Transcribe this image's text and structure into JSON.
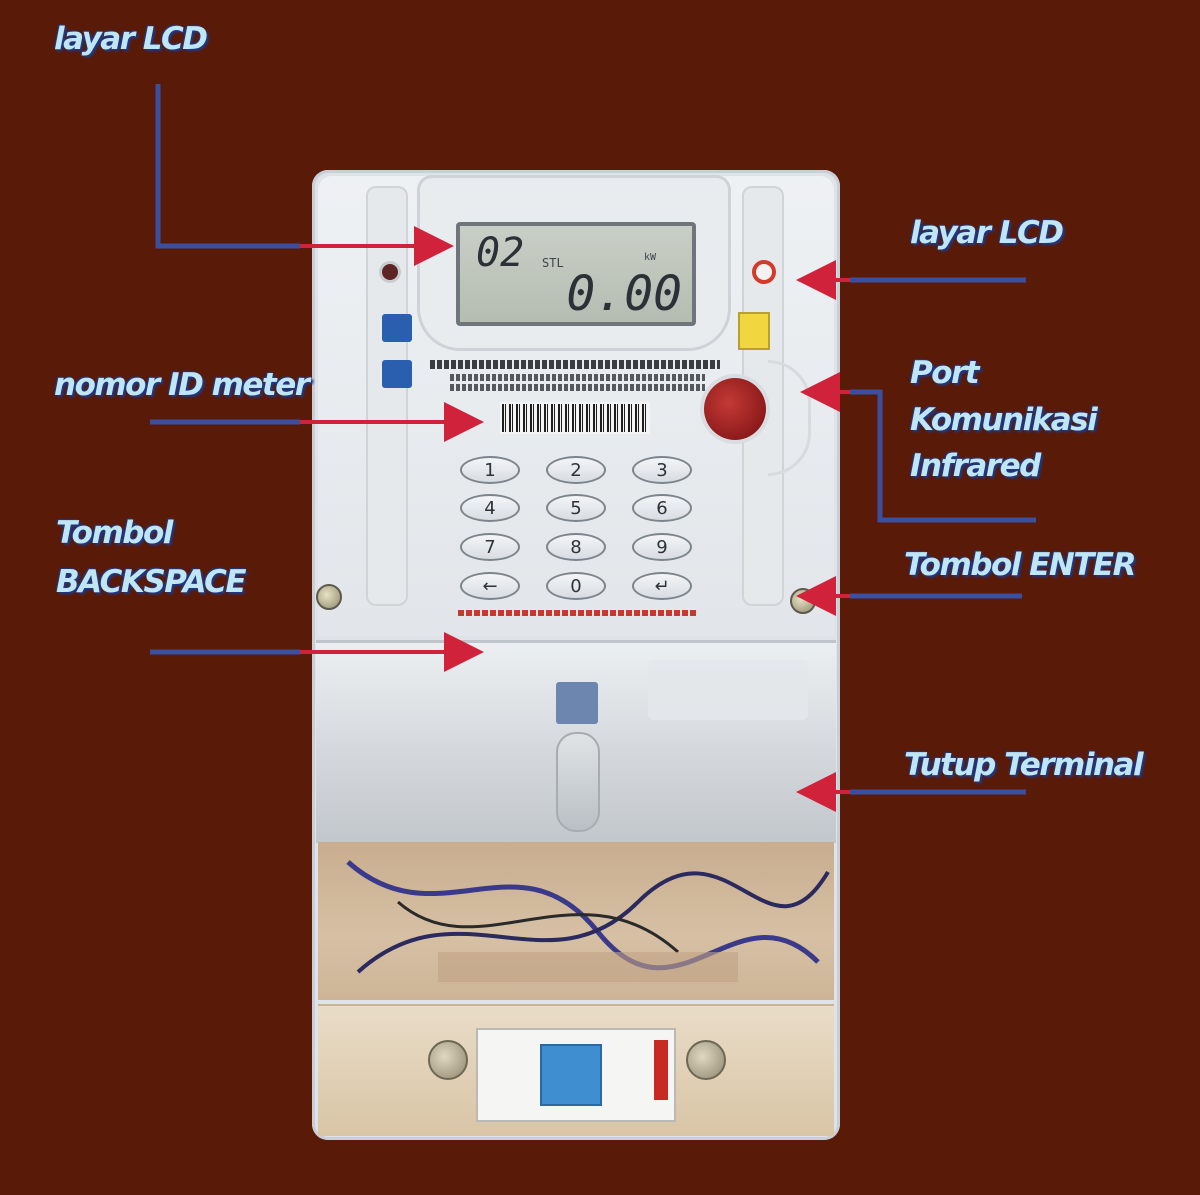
{
  "labels": {
    "lcd_left": "layar LCD",
    "lcd_right": "layar LCD",
    "meter_id": "nomor ID meter",
    "ir_port": [
      "Port",
      "Komunikasi",
      "Infrared"
    ],
    "backspace": [
      "Tombol",
      "BACKSPACE"
    ],
    "enter": "Tombol ENTER",
    "terminal_cover": "Tutup Terminal"
  },
  "lcd": {
    "code": "02",
    "unit_left": "STL",
    "unit_right": "kW",
    "value": "0.00"
  },
  "keypad": [
    "1",
    "2",
    "3",
    "4",
    "5",
    "6",
    "7",
    "8",
    "9",
    "←",
    "0",
    "↵"
  ],
  "colors": {
    "background": "#5a1a08",
    "label_text": "#bfe6f2",
    "arrow_red": "#d0223a",
    "line_blue": "#3a4fa0",
    "ir_port": "#a8221f",
    "breaker_blue": "#3f8fd0"
  }
}
